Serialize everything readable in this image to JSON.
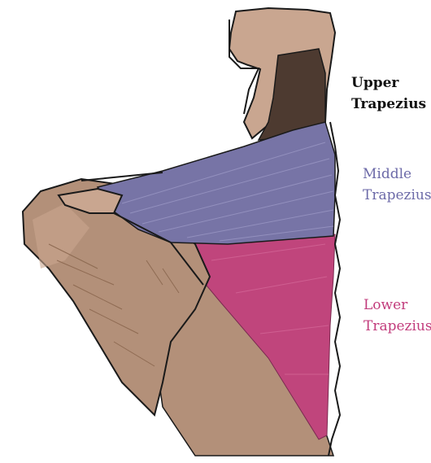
{
  "labels": {
    "upper": [
      "Upper",
      "Trapezius"
    ],
    "middle": [
      "Middle",
      "Trapezius"
    ],
    "lower": [
      "Lower",
      "Trapezius"
    ]
  },
  "colors": {
    "skin": "#b39079",
    "skin_light": "#c9a690",
    "skin_dark": "#8e6a52",
    "upper_trapezius": "#4d3a30",
    "middle_trapezius": "#7774a6",
    "lower_trapezius": "#c0457c",
    "upper_label": "#111111",
    "middle_label": "#6c6aa8",
    "lower_label": "#c23c7c"
  }
}
